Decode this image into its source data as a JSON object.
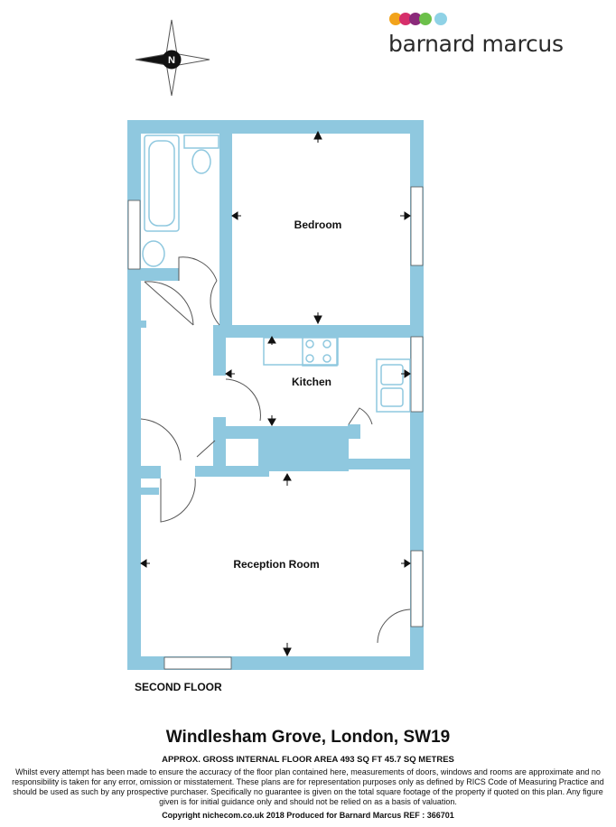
{
  "brand": {
    "name": "barnard marcus",
    "dot_colors": [
      "#f2a31b",
      "#d62f6b",
      "#8a2a7a",
      "#6cc04a",
      "#8fd2e6"
    ]
  },
  "compass": {
    "letter": "N"
  },
  "rooms": {
    "bedroom": "Bedroom",
    "kitchen": "Kitchen",
    "reception": "Reception Room"
  },
  "floor_label": "SECOND FLOOR",
  "address": "Windlesham Grove, London, SW19",
  "area_text": "APPROX. GROSS INTERNAL FLOOR AREA 493 SQ FT 45.7 SQ METRES",
  "disclaimer": "Whilst every attempt has been made to ensure the accuracy of the floor plan contained here, measurements of doors, windows and rooms are approximate and no responsibility is taken for any error, omission or misstatement. These plans are for representation purposes only as defined by RICS Code of Measuring Practice and should be used as such by any prospective purchaser.  Specifically no guarantee is given on the total square footage of the property if quoted on this plan. Any figure given is for initial guidance only and should not be relied on as a basis of valuation.",
  "footer": "Copyright nichecom.co.uk 2018     Produced for Barnard Marcus    REF : 366701",
  "colors": {
    "wall": "#8fc8df",
    "window": "#ffffff",
    "fixture_stroke": "#8fc8df"
  }
}
